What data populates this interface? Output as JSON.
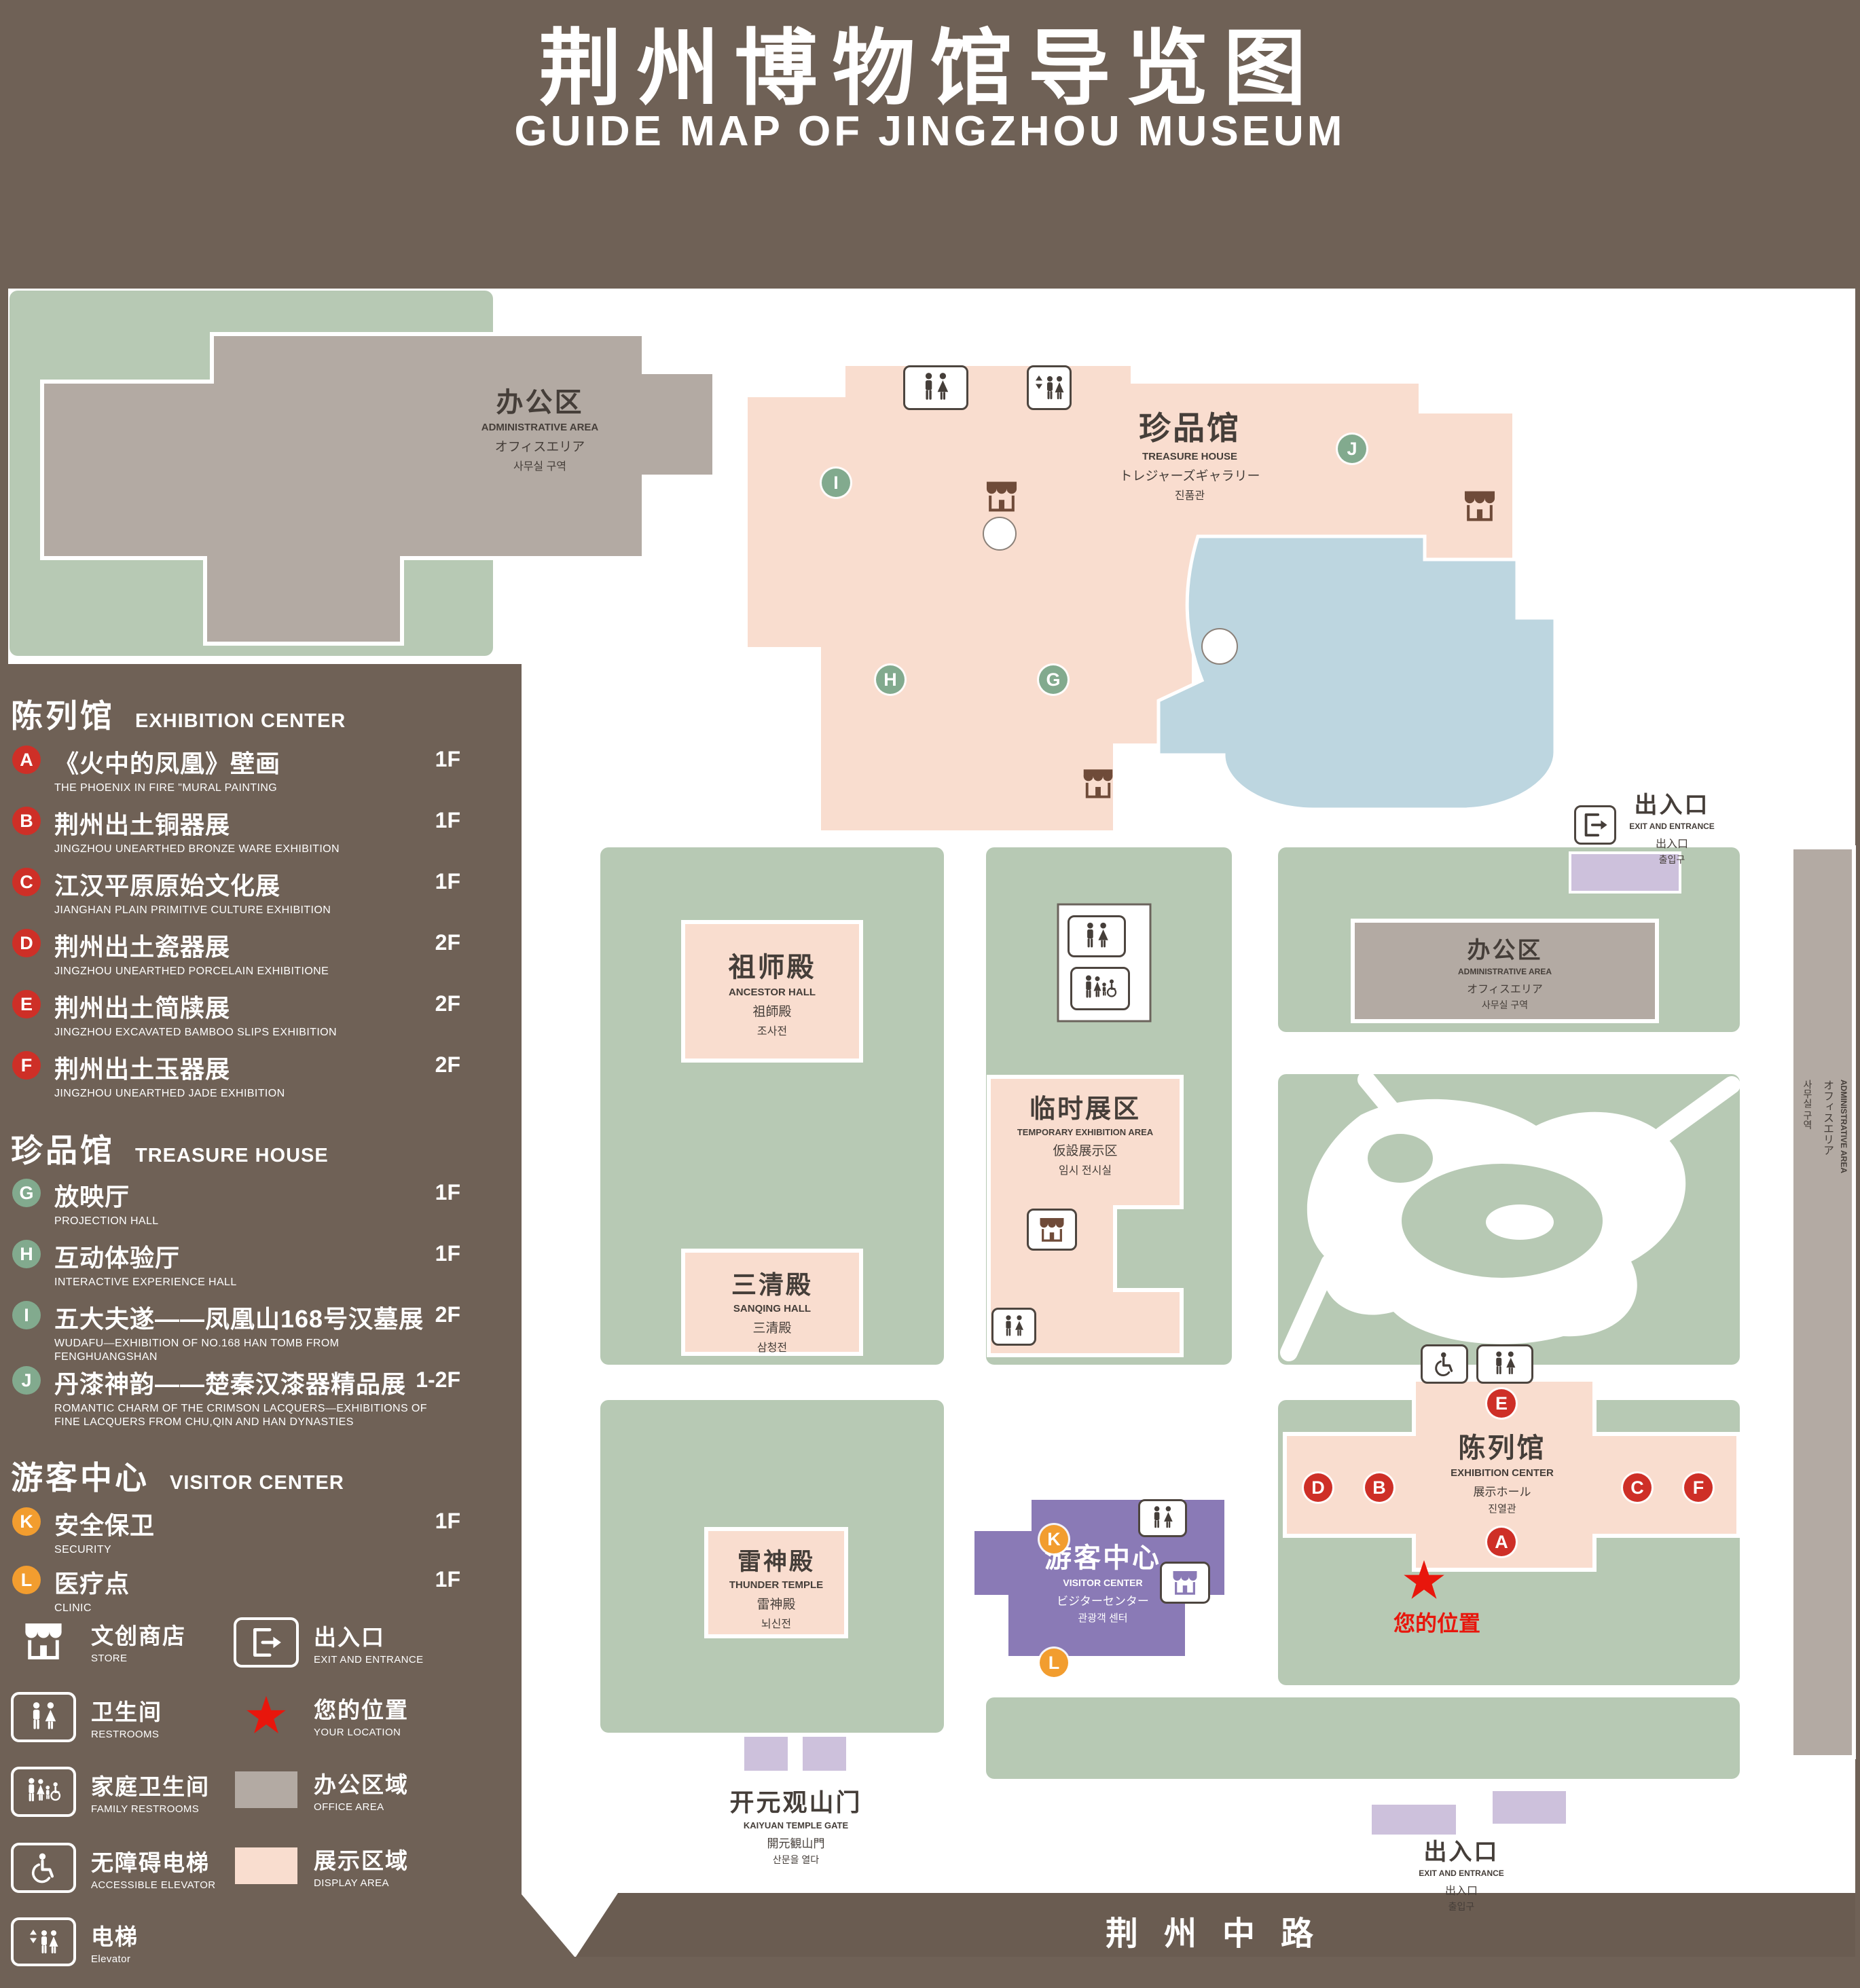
{
  "title": {
    "zh": "荆州博物馆导览图",
    "en": "GUIDE MAP OF JINGZHOU MUSEUM"
  },
  "colors": {
    "bg": "#6f6156",
    "green": "#b7c9b4",
    "pink": "#f9ddcf",
    "gray": "#b3aaa3",
    "pond": "#bdd6e0",
    "purple": "#8a7ab6",
    "lavender": "#cdc1dc",
    "road": "#6a5c51",
    "marker-red": "#ce2f27",
    "marker-green": "#82aa8e",
    "marker-orange": "#f29d2f",
    "star-red": "#e8160c",
    "text-dark": "#453e39",
    "store-brown": "#6f4b39",
    "white": "#ffffff"
  },
  "legend": {
    "sections": [
      {
        "zh": "陈列馆",
        "en": "EXHIBITION CENTER",
        "items": [
          {
            "letter": "A",
            "zh": "《火中的凤凰》壁画",
            "en": "THE PHOENIX IN FIRE \"MURAL PAINTING",
            "floor": "1F"
          },
          {
            "letter": "B",
            "zh": "荆州出土铜器展",
            "en": "JINGZHOU UNEARTHED BRONZE WARE EXHIBITION",
            "floor": "1F"
          },
          {
            "letter": "C",
            "zh": "江汉平原原始文化展",
            "en": "JIANGHAN PLAIN PRIMITIVE CULTURE EXHIBITION",
            "floor": "1F"
          },
          {
            "letter": "D",
            "zh": "荆州出土瓷器展",
            "en": "JINGZHOU UNEARTHED PORCELAIN EXHIBITIONE",
            "floor": "2F"
          },
          {
            "letter": "E",
            "zh": "荆州出土简牍展",
            "en": "JINGZHOU EXCAVATED BAMBOO SLIPS EXHIBITION",
            "floor": "2F"
          },
          {
            "letter": "F",
            "zh": "荆州出土玉器展",
            "en": "JINGZHOU UNEARTHED JADE EXHIBITION",
            "floor": "2F"
          }
        ]
      },
      {
        "zh": "珍品馆",
        "en": "TREASURE HOUSE",
        "items": [
          {
            "letter": "G",
            "zh": "放映厅",
            "en": "PROJECTION HALL",
            "floor": "1F"
          },
          {
            "letter": "H",
            "zh": "互动体验厅",
            "en": "INTERACTIVE EXPERIENCE HALL",
            "floor": "1F"
          },
          {
            "letter": "I",
            "zh": "五大夫遂——凤凰山168号汉墓展",
            "en": "WUDAFU—EXHIBITION OF NO.168 HAN TOMB FROM FENGHUANGSHAN",
            "floor": "2F"
          },
          {
            "letter": "J",
            "zh": "丹漆神韵——楚秦汉漆器精品展",
            "en": "ROMANTIC CHARM OF THE CRIMSON LACQUERS—EXHIBITIONS OF FINE LACQUERS FROM CHU,QIN AND HAN DYNASTIES",
            "floor": "1-2F"
          }
        ]
      },
      {
        "zh": "游客中心",
        "en": "VISITOR CENTER",
        "items": [
          {
            "letter": "K",
            "zh": "安全保卫",
            "en": "SECURITY",
            "floor": "1F"
          },
          {
            "letter": "L",
            "zh": "医疗点",
            "en": "CLINIC",
            "floor": "1F"
          }
        ]
      }
    ],
    "symbols": [
      {
        "zh": "文创商店",
        "en": "STORE"
      },
      {
        "zh": "出入口",
        "en": "EXIT AND ENTRANCE"
      },
      {
        "zh": "卫生间",
        "en": "RESTROOMS"
      },
      {
        "zh": "您的位置",
        "en": "YOUR LOCATION"
      },
      {
        "zh": "家庭卫生间",
        "en": "FAMILY RESTROOMS"
      },
      {
        "zh": "办公区域",
        "en": "OFFICE AREA"
      },
      {
        "zh": "无障碍电梯",
        "en": "ACCESSIBLE ELEVATOR"
      },
      {
        "zh": "展示区域",
        "en": "DISPLAY AREA"
      },
      {
        "zh": "电梯",
        "en": "Elevator"
      }
    ]
  },
  "map": {
    "buildings": {
      "admin": {
        "zh": "办公区",
        "en": "ADMINISTRATIVE AREA",
        "ja": "オフィスエリア",
        "ko": "사무실 구역"
      },
      "treasure": {
        "zh": "珍品馆",
        "en": "TREASURE HOUSE",
        "ja": "トレジャーズギャラリー",
        "ko": "진품관"
      },
      "ancestor": {
        "zh": "祖师殿",
        "en": "ANCESTOR HALL",
        "ja": "祖師殿",
        "ko": "조사전"
      },
      "temporary": {
        "zh": "临时展区",
        "en": "TEMPORARY EXHIBITION AREA",
        "ja": "仮設展示区",
        "ko": "임시 전시실"
      },
      "sanqing": {
        "zh": "三清殿",
        "en": "SANQING HALL",
        "ja": "三清殿",
        "ko": "삼청전"
      },
      "thunder": {
        "zh": "雷神殿",
        "en": "THUNDER TEMPLE",
        "ja": "雷神殿",
        "ko": "뇌신전"
      },
      "exhibition": {
        "zh": "陈列馆",
        "en": "EXHIBITION CENTER",
        "ja": "展示ホール",
        "ko": "진열관"
      },
      "visitor": {
        "zh": "游客中心",
        "en": "VISITOR CENTER",
        "ja": "ビジターセンター",
        "ko": "관광객 센터"
      },
      "gate": {
        "zh": "开元观山门",
        "en": "KAIYUAN TEMPLE GATE",
        "ja": "開元観山門",
        "ko": "산문을 열다"
      }
    },
    "exit": {
      "zh": "出入口",
      "en": "EXIT AND ENTRANCE",
      "ja": "出入口",
      "ko": "출입구"
    },
    "your_location": "您的位置",
    "road": "荆州中路",
    "markers": [
      "I",
      "J",
      "H",
      "G",
      "E",
      "D",
      "B",
      "C",
      "F",
      "A",
      "K",
      "L"
    ]
  }
}
